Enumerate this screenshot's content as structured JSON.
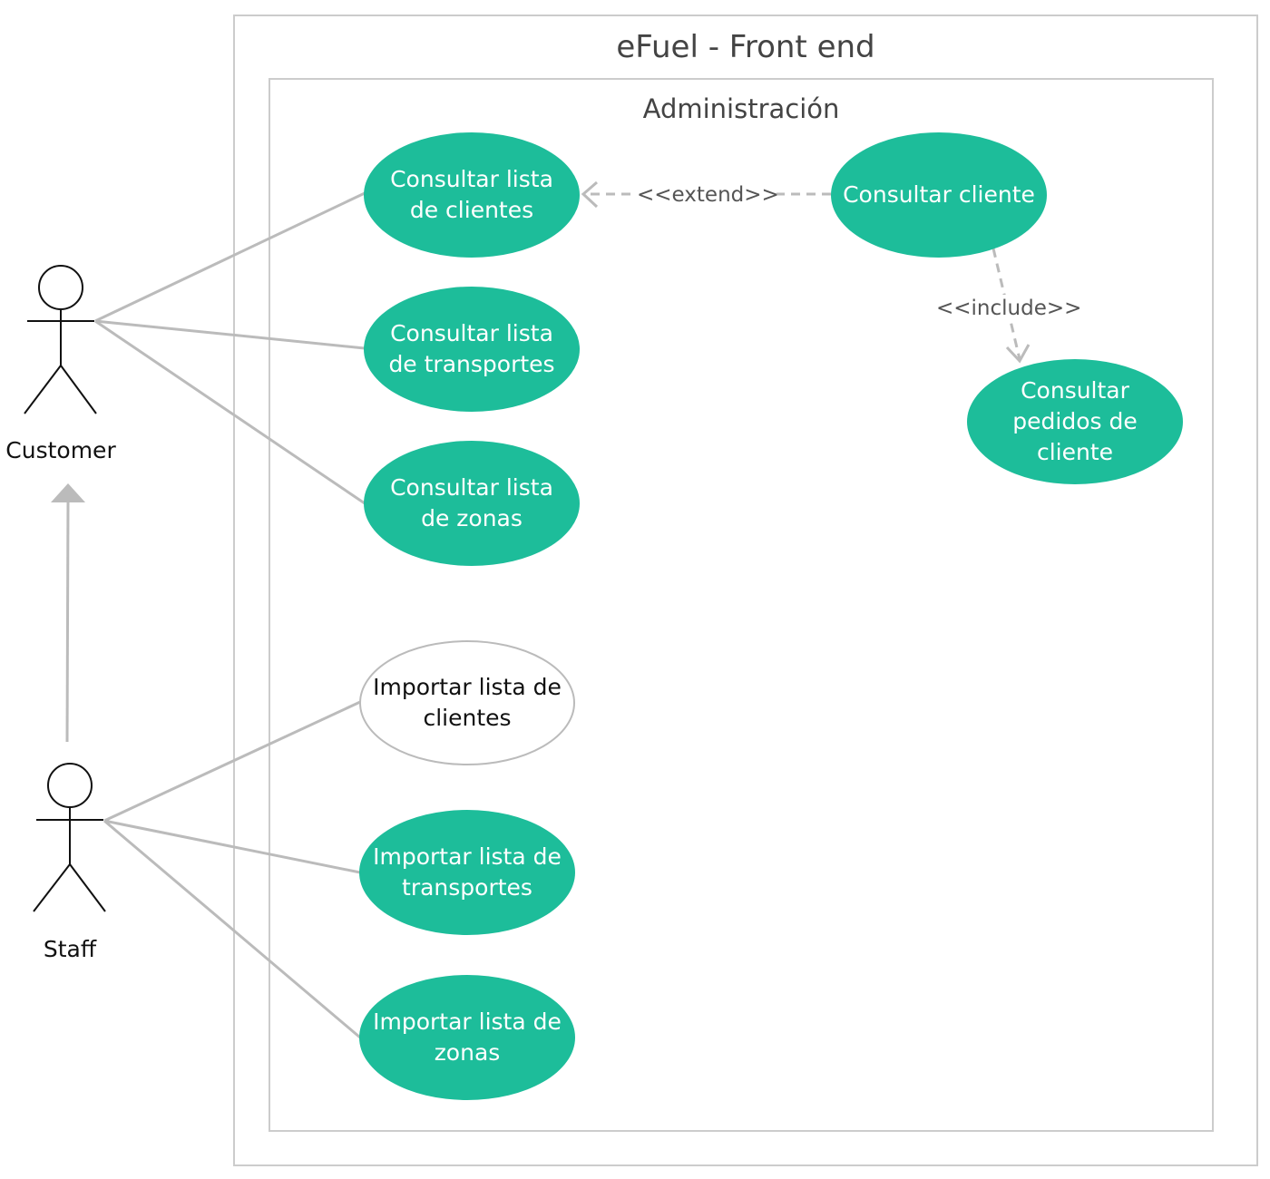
{
  "system": {
    "title": "eFuel - Front end"
  },
  "package": {
    "title": "Administración"
  },
  "actors": {
    "customer": {
      "label": "Customer"
    },
    "staff": {
      "label": "Staff"
    }
  },
  "use_cases": {
    "consultar_lista_clientes": "Consultar lista de clientes",
    "consultar_lista_transportes": "Consultar lista de transportes",
    "consultar_lista_zonas": "Consultar lista de zonas",
    "consultar_cliente": "Consultar cliente",
    "consultar_pedidos_cliente": "Consultar pedidos de cliente",
    "importar_lista_clientes": "Importar lista de clientes",
    "importar_lista_transportes": "Importar lista de transportes",
    "importar_lista_zonas": "Importar lista de zonas"
  },
  "relations": {
    "extend_label": "<<extend>>",
    "include_label": "<<include>>"
  },
  "colors": {
    "use_case_fill": "#1dbd9a",
    "line": "#bbbbbb",
    "border": "#cccccc"
  }
}
